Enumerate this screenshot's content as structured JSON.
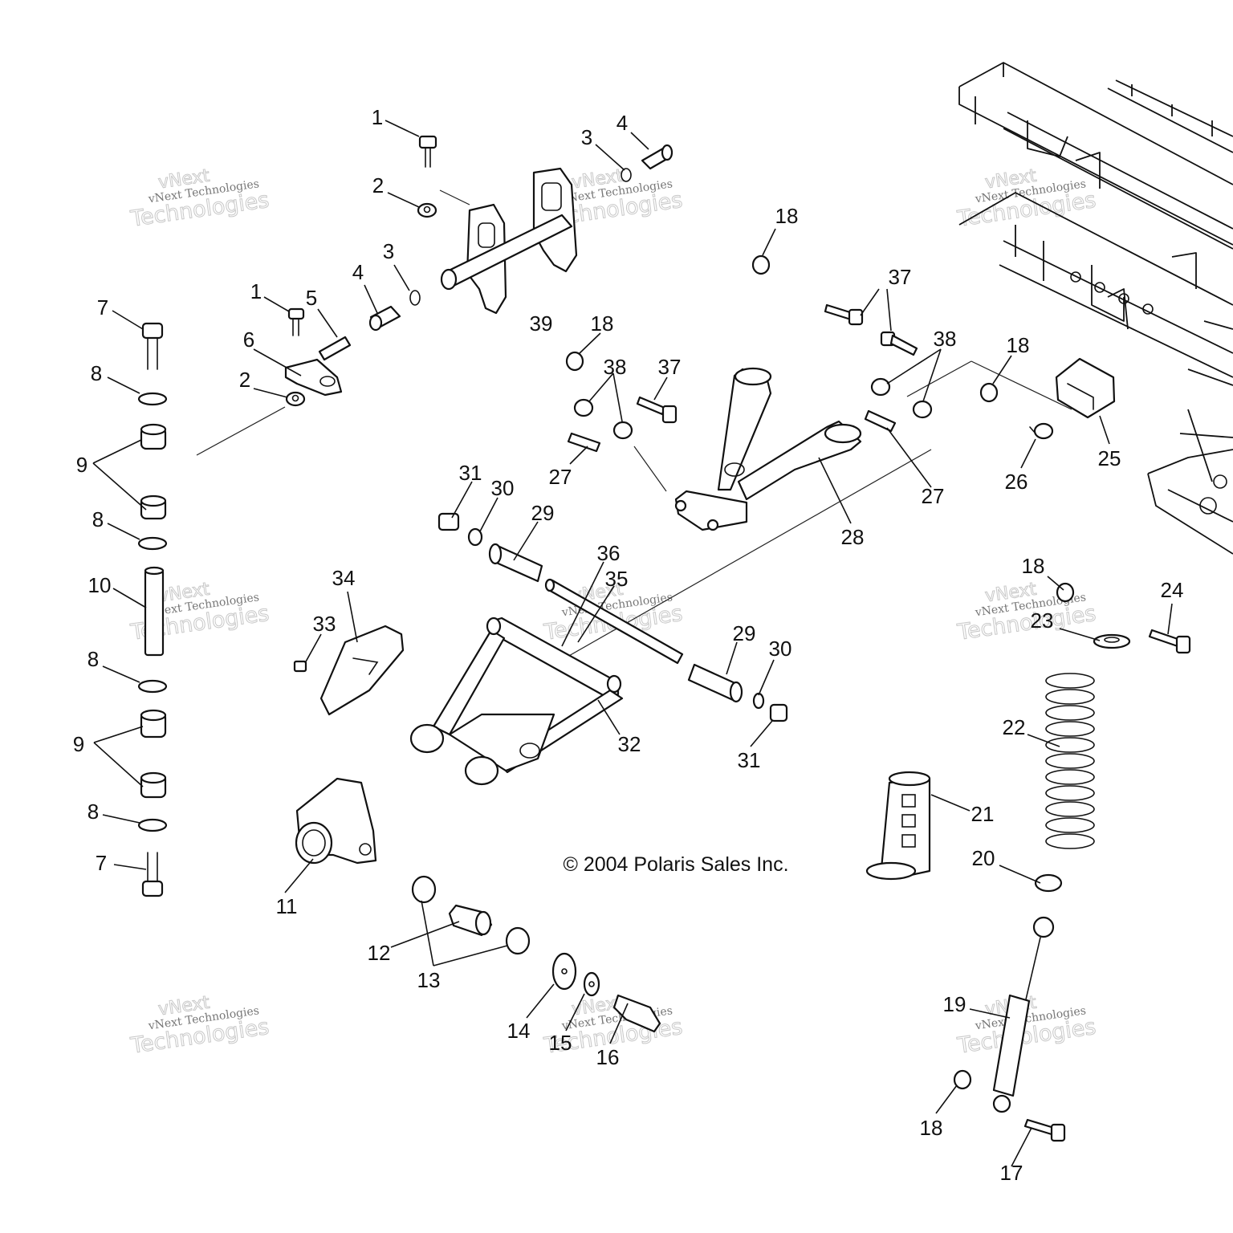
{
  "copyright": "© 2004 Polaris Sales Inc.",
  "watermark": {
    "line1": "vNext",
    "line2": "vNext Technologies",
    "line3": "Technologies"
  },
  "callouts": {
    "c1a": "1",
    "c1b": "1",
    "c2a": "2",
    "c2b": "2",
    "c3a": "3",
    "c3b": "3",
    "c4a": "4",
    "c4b": "4",
    "c5": "5",
    "c6": "6",
    "c7a": "7",
    "c7b": "7",
    "c8a": "8",
    "c8b": "8",
    "c8c": "8",
    "c8d": "8",
    "c9a": "9",
    "c9b": "9",
    "c10": "10",
    "c11": "11",
    "c12": "12",
    "c13": "13",
    "c14": "14",
    "c15": "15",
    "c16": "16",
    "c17": "17",
    "c18a": "18",
    "c18b": "18",
    "c18c": "18",
    "c18d": "18",
    "c18e": "18",
    "c19": "19",
    "c20": "20",
    "c21": "21",
    "c22": "22",
    "c23": "23",
    "c24": "24",
    "c25": "25",
    "c26": "26",
    "c27a": "27",
    "c27b": "27",
    "c28": "28",
    "c29a": "29",
    "c29b": "29",
    "c30a": "30",
    "c30b": "30",
    "c31a": "31",
    "c31b": "31",
    "c32": "32",
    "c33": "33",
    "c34": "34",
    "c35": "35",
    "c36": "36",
    "c37a": "37",
    "c37b": "37",
    "c38a": "38",
    "c38b": "38",
    "c39": "39"
  }
}
